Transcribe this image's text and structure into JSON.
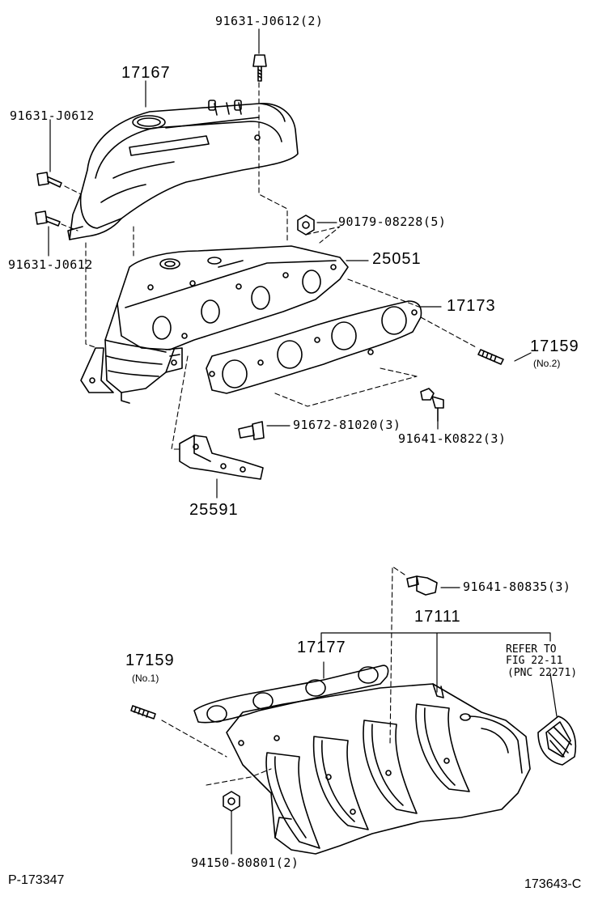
{
  "callouts": {
    "p91631_top": "91631-J0612(2)",
    "p17167": "17167",
    "p91631_left_a": "91631-J0612",
    "p91631_left_b": "91631-J0612",
    "p90179": "90179-08228(5)",
    "p25051": "25051",
    "p17173": "17173",
    "p17159_no2": "17159",
    "p17159_no2_sub": "(No.2)",
    "p91672": "91672-81020(3)",
    "p91641_k": "91641-K0822(3)",
    "p25591": "25591",
    "p91641_80835": "91641-80835(3)",
    "p17111": "17111",
    "p17177": "17177",
    "p17159_no1": "17159",
    "p17159_no1_sub": "(No.1)",
    "refer_line1": "REFER TO",
    "refer_line2": "FIG 22-11",
    "refer_line3": "(PNC 22271)",
    "p94150": "94150-80801(2)"
  },
  "footer": {
    "left_code": "P-173347",
    "right_code": "173643-C"
  }
}
